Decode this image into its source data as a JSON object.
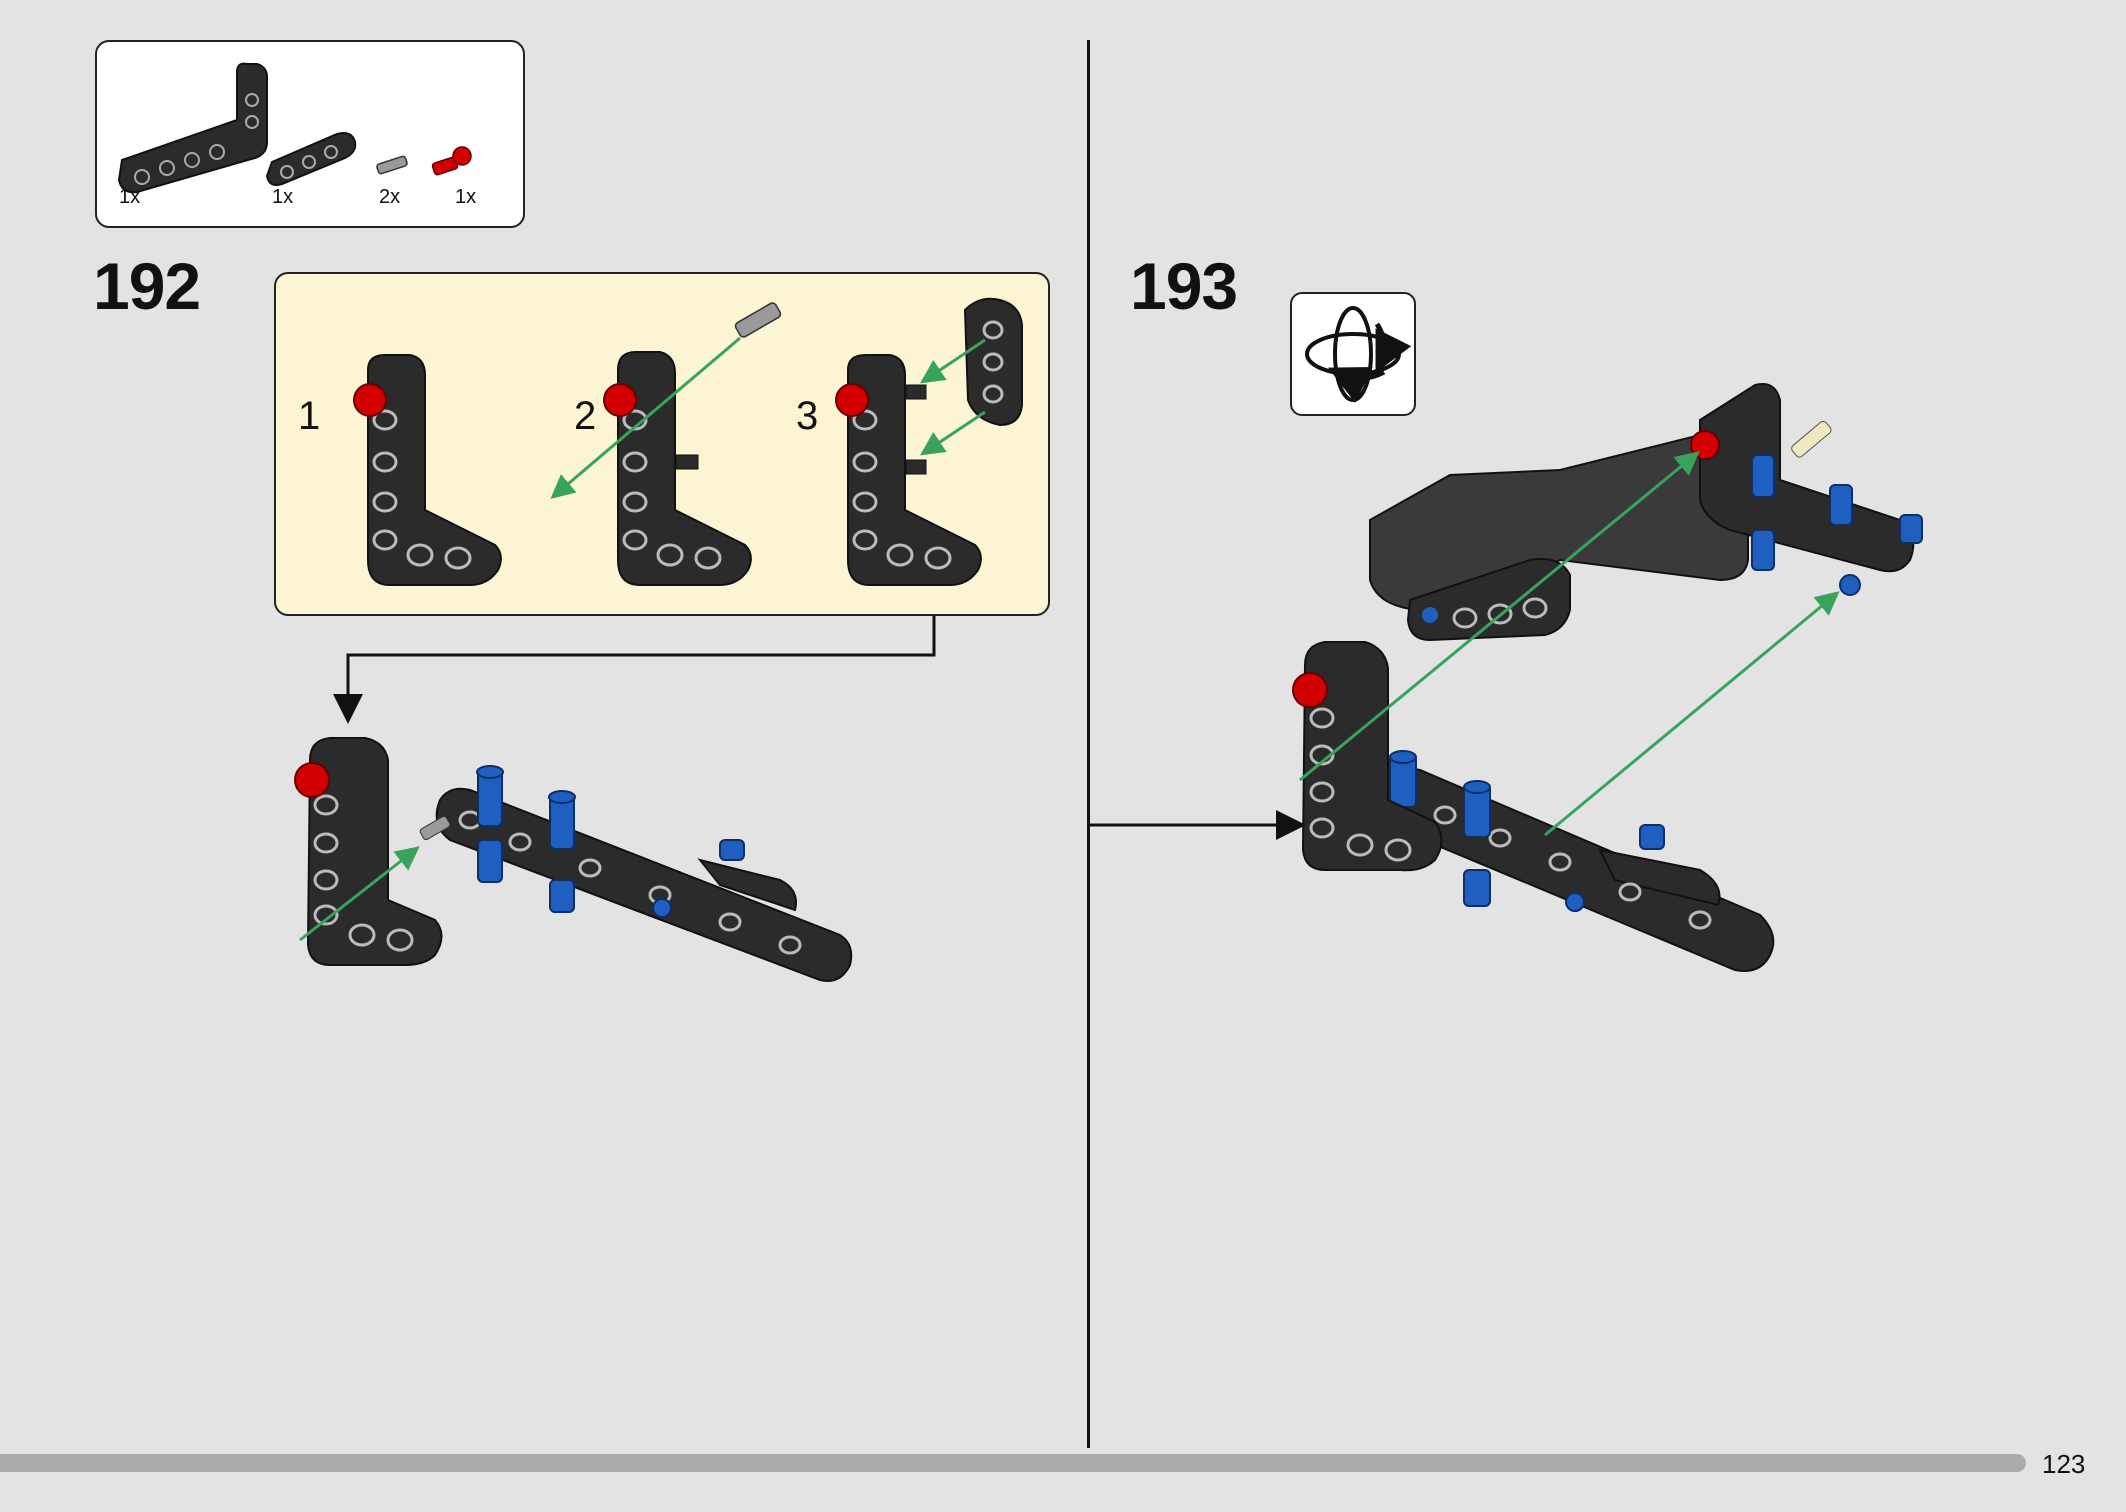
{
  "parts_list": {
    "items": [
      {
        "part": "l-beam",
        "qty": "1x"
      },
      {
        "part": "beam-3",
        "qty": "1x"
      },
      {
        "part": "axle-pin-grey",
        "qty": "2x"
      },
      {
        "part": "ball-pin-red",
        "qty": "1x"
      }
    ]
  },
  "step_192": {
    "number": "192",
    "substeps": [
      "1",
      "2",
      "3"
    ]
  },
  "step_193": {
    "number": "193",
    "rotate_icon": "rotate-model-icon"
  },
  "footer": {
    "page_number": "123",
    "progress": 0.953
  },
  "colors": {
    "background": "#e3e3e3",
    "substep_background": "#fcf5d4",
    "beam_black": "#2b2b2b",
    "pin_red": "#d40000",
    "pin_blue": "#1f5fbf",
    "arrow_green": "#3aa35b",
    "progress_bar": "#ababab"
  }
}
